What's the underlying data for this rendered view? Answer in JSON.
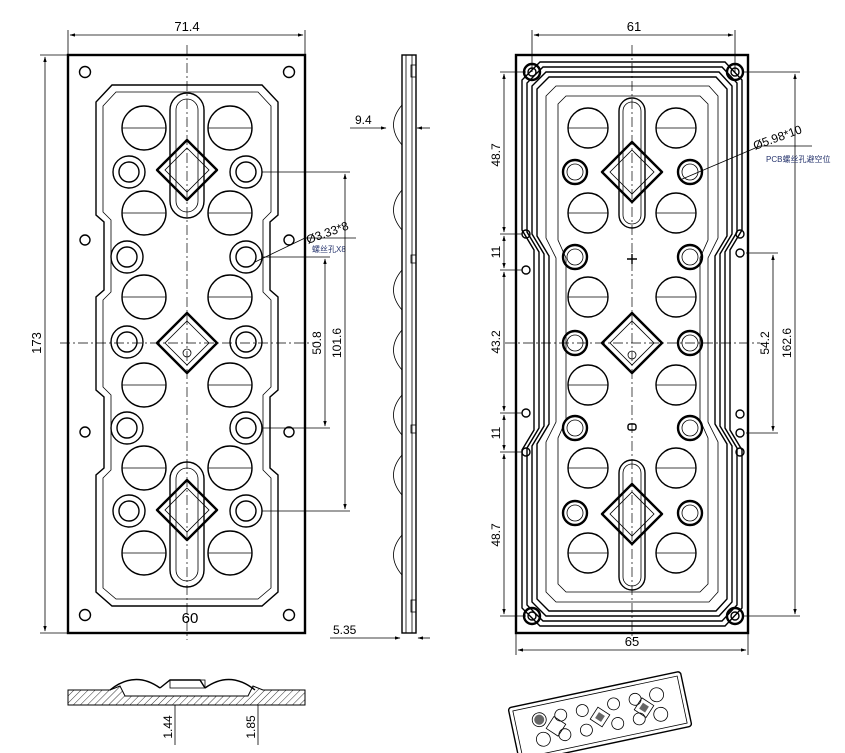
{
  "front_view": {
    "width_dim": "71.4",
    "height_dim": "173",
    "inner_width_dim": "60",
    "hole_callout": "Ø3.33*8",
    "hole_note": "螺丝孔X8",
    "pitch_short": "50.8",
    "pitch_long": "101.6"
  },
  "side_view": {
    "depth_dim": "9.4",
    "base_dim": "5.35"
  },
  "back_view": {
    "width_dim": "61",
    "outer_width_dim": "65",
    "segment_top": "48.7",
    "gap_upper": "11",
    "segment_mid": "43.2",
    "gap_lower": "11",
    "segment_bottom": "48.7",
    "pitch_short": "54.2",
    "pitch_long": "162.6",
    "pcb_callout": "Ø5.98*10",
    "pcb_note": "PCB螺丝孔避空位"
  },
  "section_view": {
    "dim_a": "1.44",
    "dim_b": "1.85"
  }
}
